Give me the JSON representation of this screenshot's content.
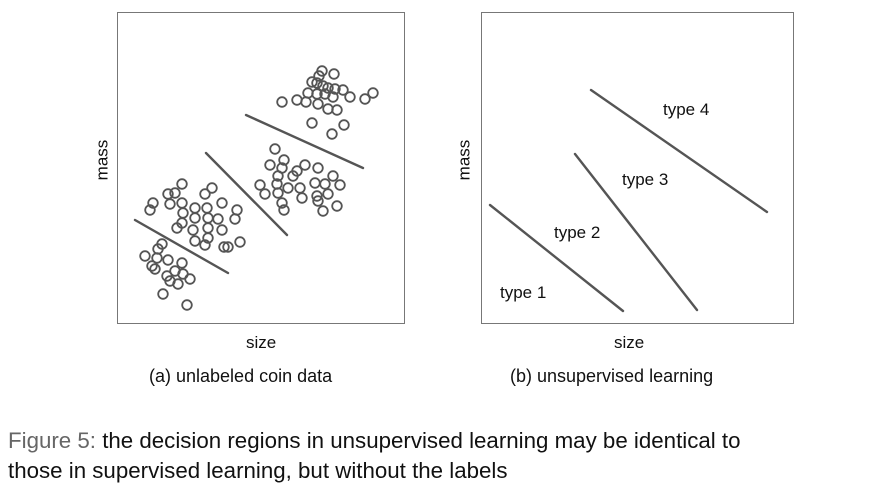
{
  "chart_data": [
    {
      "type": "scatter",
      "title": "",
      "subcaption": "(a) unlabeled coin data",
      "xlabel": "size",
      "ylabel": "mass",
      "xlim": [
        0,
        286
      ],
      "ylim": [
        0,
        310
      ],
      "grid": false,
      "point_color": "#555555",
      "points": [
        [
          204,
          252
        ],
        [
          201,
          247
        ],
        [
          216,
          249
        ],
        [
          194,
          241
        ],
        [
          199,
          240
        ],
        [
          205,
          237
        ],
        [
          210,
          235
        ],
        [
          217,
          234
        ],
        [
          225,
          233
        ],
        [
          190,
          230
        ],
        [
          199,
          229
        ],
        [
          207,
          229
        ],
        [
          215,
          226
        ],
        [
          232,
          226
        ],
        [
          247,
          224
        ],
        [
          255,
          230
        ],
        [
          164,
          221
        ],
        [
          179,
          223
        ],
        [
          188,
          221
        ],
        [
          200,
          219
        ],
        [
          210,
          214
        ],
        [
          219,
          213
        ],
        [
          194,
          200
        ],
        [
          226,
          198
        ],
        [
          214,
          189
        ],
        [
          157,
          174
        ],
        [
          166,
          163
        ],
        [
          152,
          158
        ],
        [
          164,
          155
        ],
        [
          187,
          158
        ],
        [
          179,
          152
        ],
        [
          200,
          155
        ],
        [
          160,
          147
        ],
        [
          175,
          147
        ],
        [
          215,
          147
        ],
        [
          142,
          138
        ],
        [
          159,
          139
        ],
        [
          170,
          135
        ],
        [
          182,
          135
        ],
        [
          197,
          140
        ],
        [
          207,
          139
        ],
        [
          222,
          138
        ],
        [
          147,
          129
        ],
        [
          160,
          130
        ],
        [
          184,
          125
        ],
        [
          199,
          127
        ],
        [
          210,
          129
        ],
        [
          164,
          120
        ],
        [
          200,
          122
        ],
        [
          219,
          117
        ],
        [
          166,
          113
        ],
        [
          205,
          112
        ],
        [
          64,
          139
        ],
        [
          50,
          129
        ],
        [
          57,
          130
        ],
        [
          87,
          129
        ],
        [
          94,
          135
        ],
        [
          35,
          120
        ],
        [
          32,
          113
        ],
        [
          52,
          119
        ],
        [
          64,
          120
        ],
        [
          77,
          115
        ],
        [
          89,
          115
        ],
        [
          104,
          120
        ],
        [
          65,
          110
        ],
        [
          77,
          105
        ],
        [
          90,
          105
        ],
        [
          100,
          104
        ],
        [
          119,
          113
        ],
        [
          117,
          104
        ],
        [
          59,
          95
        ],
        [
          75,
          93
        ],
        [
          90,
          95
        ],
        [
          104,
          93
        ],
        [
          77,
          82
        ],
        [
          90,
          85
        ],
        [
          87,
          78
        ],
        [
          106,
          76
        ],
        [
          110,
          76
        ],
        [
          122,
          81
        ],
        [
          64,
          100
        ],
        [
          44,
          79
        ],
        [
          40,
          74
        ],
        [
          27,
          67
        ],
        [
          39,
          65
        ],
        [
          34,
          57
        ],
        [
          50,
          63
        ],
        [
          64,
          60
        ],
        [
          37,
          54
        ],
        [
          57,
          52
        ],
        [
          49,
          47
        ],
        [
          65,
          49
        ],
        [
          72,
          44
        ],
        [
          52,
          42
        ],
        [
          60,
          39
        ],
        [
          45,
          29
        ],
        [
          69,
          18
        ]
      ],
      "boundaries": [
        [
          [
            17,
            103
          ],
          [
            110,
            50
          ]
        ],
        [
          [
            88,
            170
          ],
          [
            169,
            88
          ]
        ],
        [
          [
            128,
            208
          ],
          [
            245,
            155
          ]
        ]
      ]
    },
    {
      "type": "line",
      "title": "",
      "subcaption": "(b) unsupervised learning",
      "xlabel": "size",
      "ylabel": "mass",
      "xlim": [
        0,
        311
      ],
      "ylim": [
        0,
        310
      ],
      "grid": false,
      "boundaries": [
        [
          [
            8,
            118
          ],
          [
            141,
            12
          ]
        ],
        [
          [
            93,
            169
          ],
          [
            215,
            13
          ]
        ],
        [
          [
            109,
            233
          ],
          [
            285,
            111
          ]
        ]
      ],
      "region_labels": [
        "type 1",
        "type 2",
        "type 3",
        "type 4"
      ]
    }
  ],
  "caption": {
    "figure_number": "Figure 5:",
    "line1": " the decision regions in unsupervised learning may be identical to",
    "line2": "those in supervised learning, but without the labels"
  }
}
